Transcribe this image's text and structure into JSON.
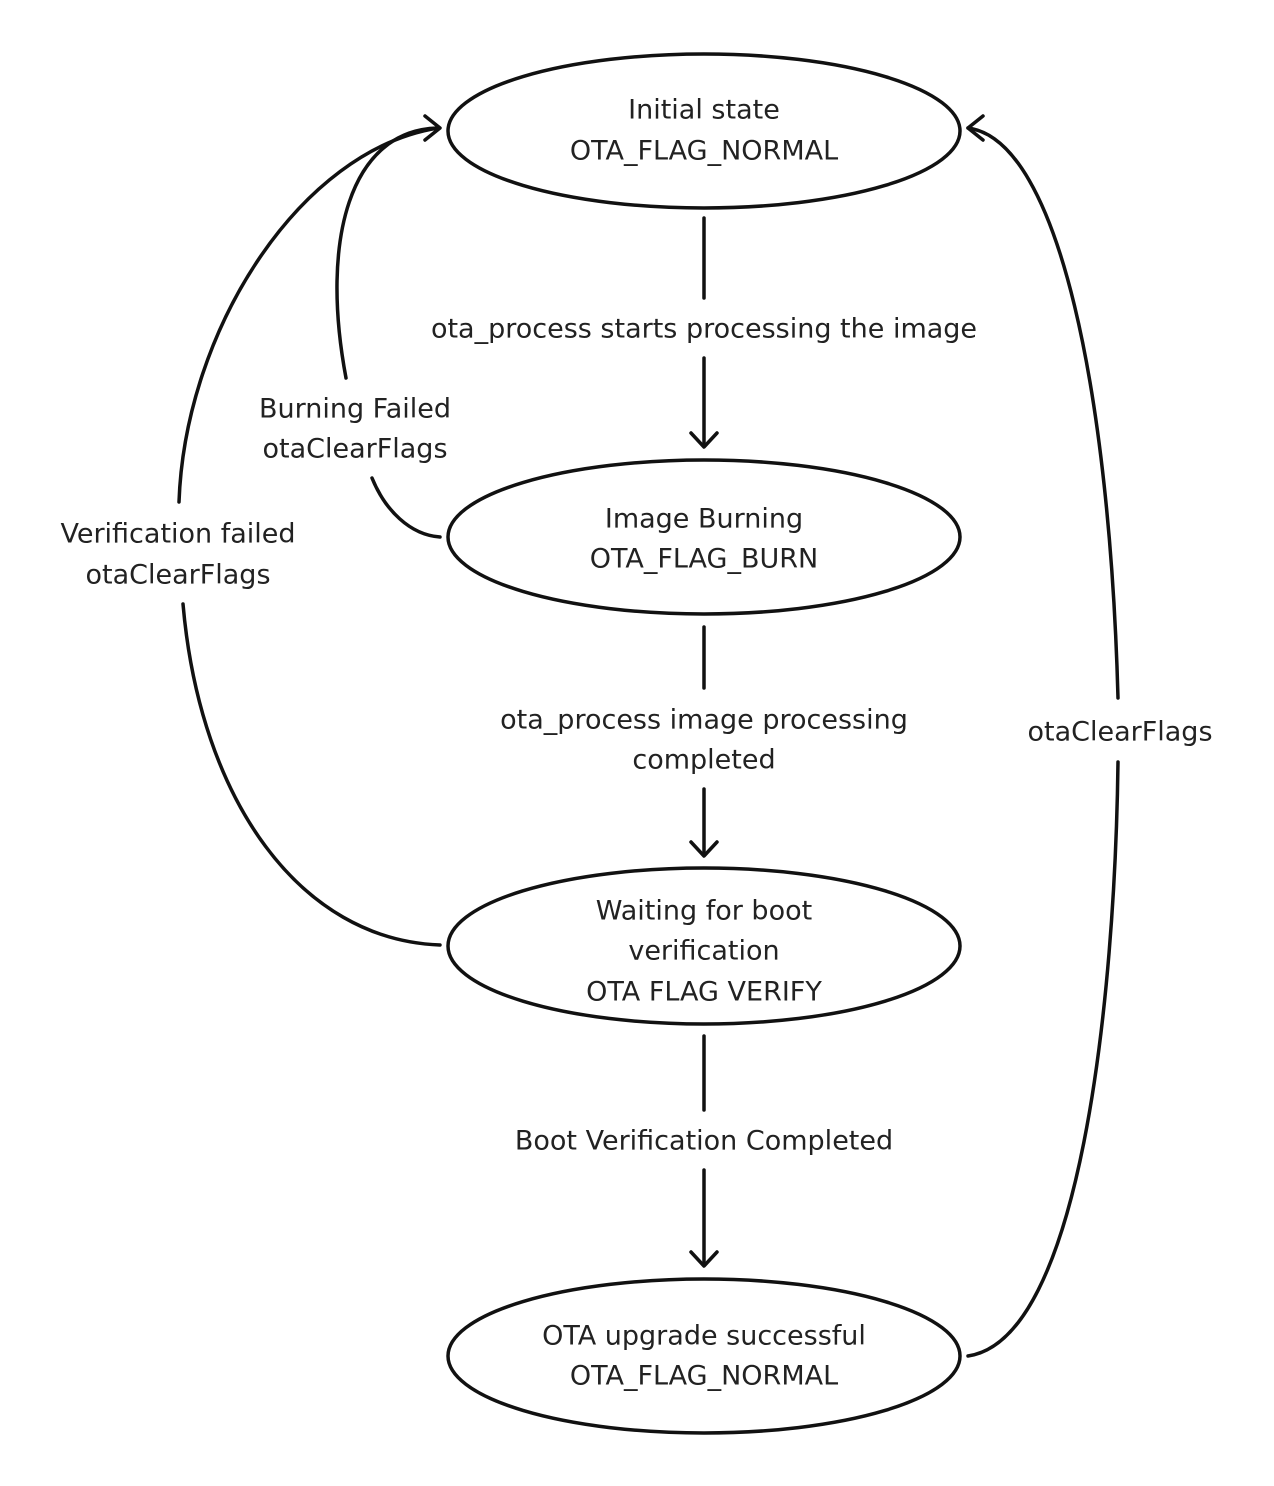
{
  "diagram": {
    "nodes": {
      "initial": {
        "line1": "Initial state",
        "line2": "OTA_FLAG_NORMAL"
      },
      "burning": {
        "line1": "Image Burning",
        "line2": "OTA_FLAG_BURN"
      },
      "waiting": {
        "line1": "Waiting for boot",
        "line2": "verification",
        "line3": "OTA  FLAG  VERIFY"
      },
      "success": {
        "line1": "OTA upgrade successful",
        "line2": "OTA_FLAG_NORMAL"
      }
    },
    "edges": {
      "start_processing": {
        "line1": "ota_process starts processing the image"
      },
      "processing_completed": {
        "line1": "ota_process image processing",
        "line2": "completed"
      },
      "boot_verification": {
        "line1": "Boot Verification Completed"
      },
      "burning_failed": {
        "line1": "Burning Failed",
        "line2": "otaClearFlags"
      },
      "verification_failed": {
        "line1": "Verification failed",
        "line2": "otaClearFlags"
      },
      "clear_flags": {
        "line1": "otaClearFlags"
      }
    }
  }
}
